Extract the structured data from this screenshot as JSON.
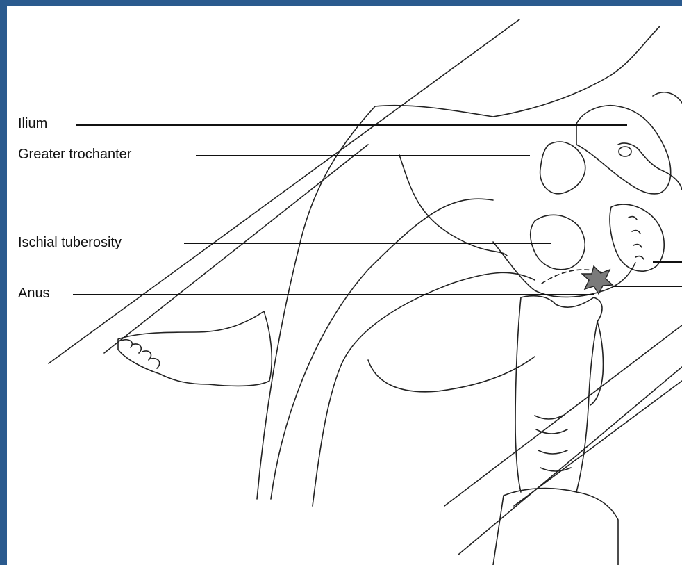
{
  "figure": {
    "labels": [
      {
        "id": "ilium",
        "text": "Ilium"
      },
      {
        "id": "greater-trochanter",
        "text": "Greater trochanter"
      },
      {
        "id": "ischial-tuberosity",
        "text": "Ischial tuberosity"
      },
      {
        "id": "anus",
        "text": "Anus"
      }
    ],
    "colors": {
      "frame": "#2a5a8e",
      "background": "#ffffff",
      "ink": "#222222",
      "anus_fill": "#7a7a7a"
    }
  }
}
